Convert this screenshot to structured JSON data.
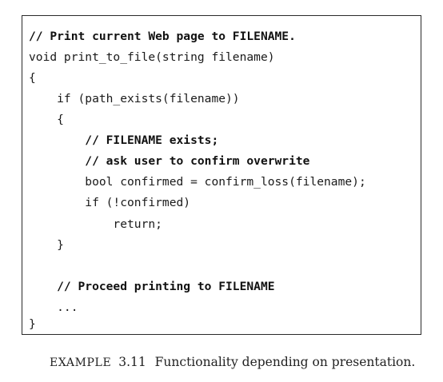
{
  "code": {
    "lines": [
      "// Print current Web page to FILENAME.",
      "void print_to_file(string filename)",
      "{",
      "    if (path_exists(filename))",
      "    {",
      "        // FILENAME exists;",
      "        // ask user to confirm overwrite",
      "        bool confirmed = confirm_loss(filename);",
      "        if (!confirmed)",
      "            return;",
      "    }",
      "",
      "    // Proceed printing to FILENAME",
      "    ...",
      "}"
    ]
  },
  "caption": {
    "label": "EXAMPLE",
    "number": "3.11",
    "text": "Functionality depending on presentation."
  }
}
